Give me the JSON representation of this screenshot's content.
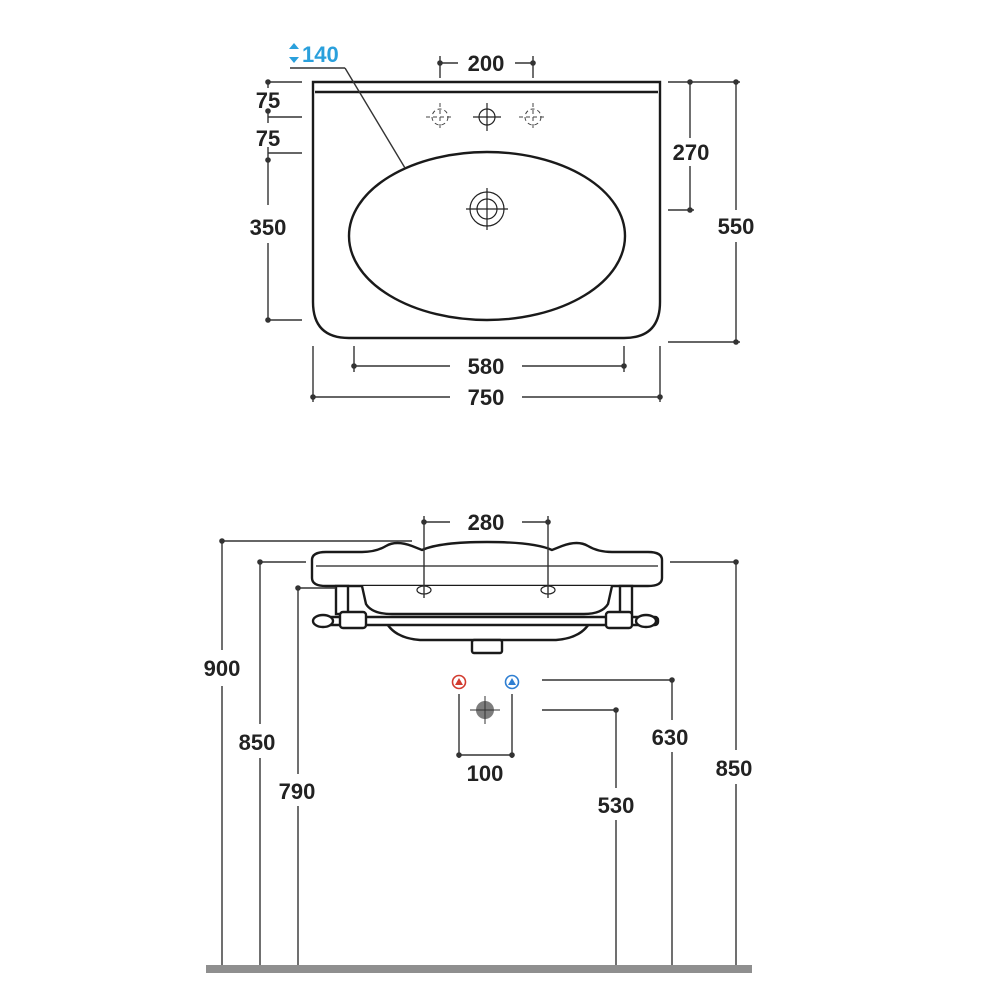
{
  "top_view": {
    "overflow_depth": "140",
    "tap_spacing": "200",
    "dim_75_a": "75",
    "dim_75_b": "75",
    "bowl_depth": "350",
    "drain_offset": "270",
    "total_depth": "550",
    "bowl_width": "580",
    "total_width": "750"
  },
  "side_view": {
    "bracket_spacing": "280",
    "height_900": "900",
    "height_850_left": "850",
    "height_790": "790",
    "supply_spacing": "100",
    "supply_height": "630",
    "drain_height": "530",
    "height_850_right": "850"
  },
  "colors": {
    "accent_blue": "#2aa0dc",
    "hot_red": "#d23b2f",
    "cold_blue": "#2f7fd2",
    "floor": "#8f8f8f"
  }
}
